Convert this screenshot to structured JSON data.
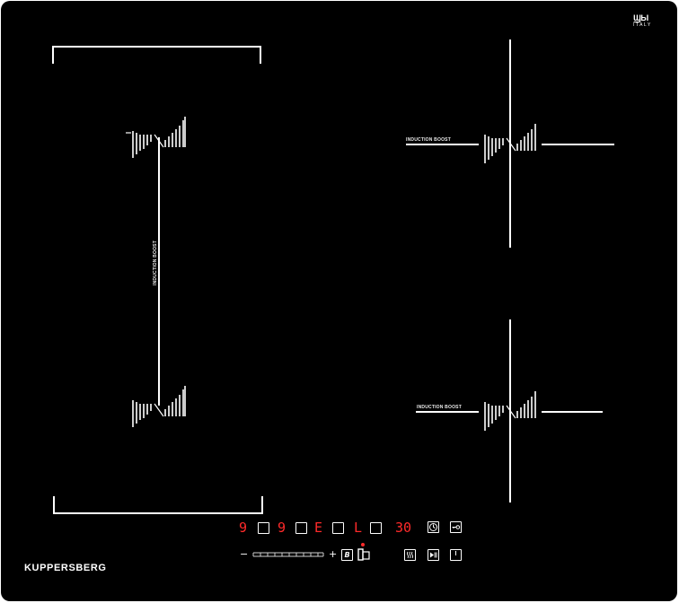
{
  "brand": {
    "name": "KUPPERSBERG"
  },
  "made_in_logo": {
    "mark": "ϢЫ",
    "country": "ITALY"
  },
  "zones": {
    "left_flex": {
      "label": "INDUCTION BOOST"
    },
    "top_right": {
      "label": "INDUCTION BOOST"
    },
    "bottom_right": {
      "label": "INDUCTION BOOST"
    }
  },
  "control_panel": {
    "zone_levels": [
      "9",
      "9",
      "E",
      "L"
    ],
    "timer": "30",
    "slider_minus": "−",
    "slider_plus": "+",
    "boost_key": "B",
    "colors": {
      "display": "#ff2a2a",
      "marking": "#ffffff",
      "glass": "#000000"
    },
    "icons": [
      "clock-icon",
      "key-lock-icon",
      "warm-heat-icon",
      "play-pause-icon",
      "power-icon"
    ]
  }
}
